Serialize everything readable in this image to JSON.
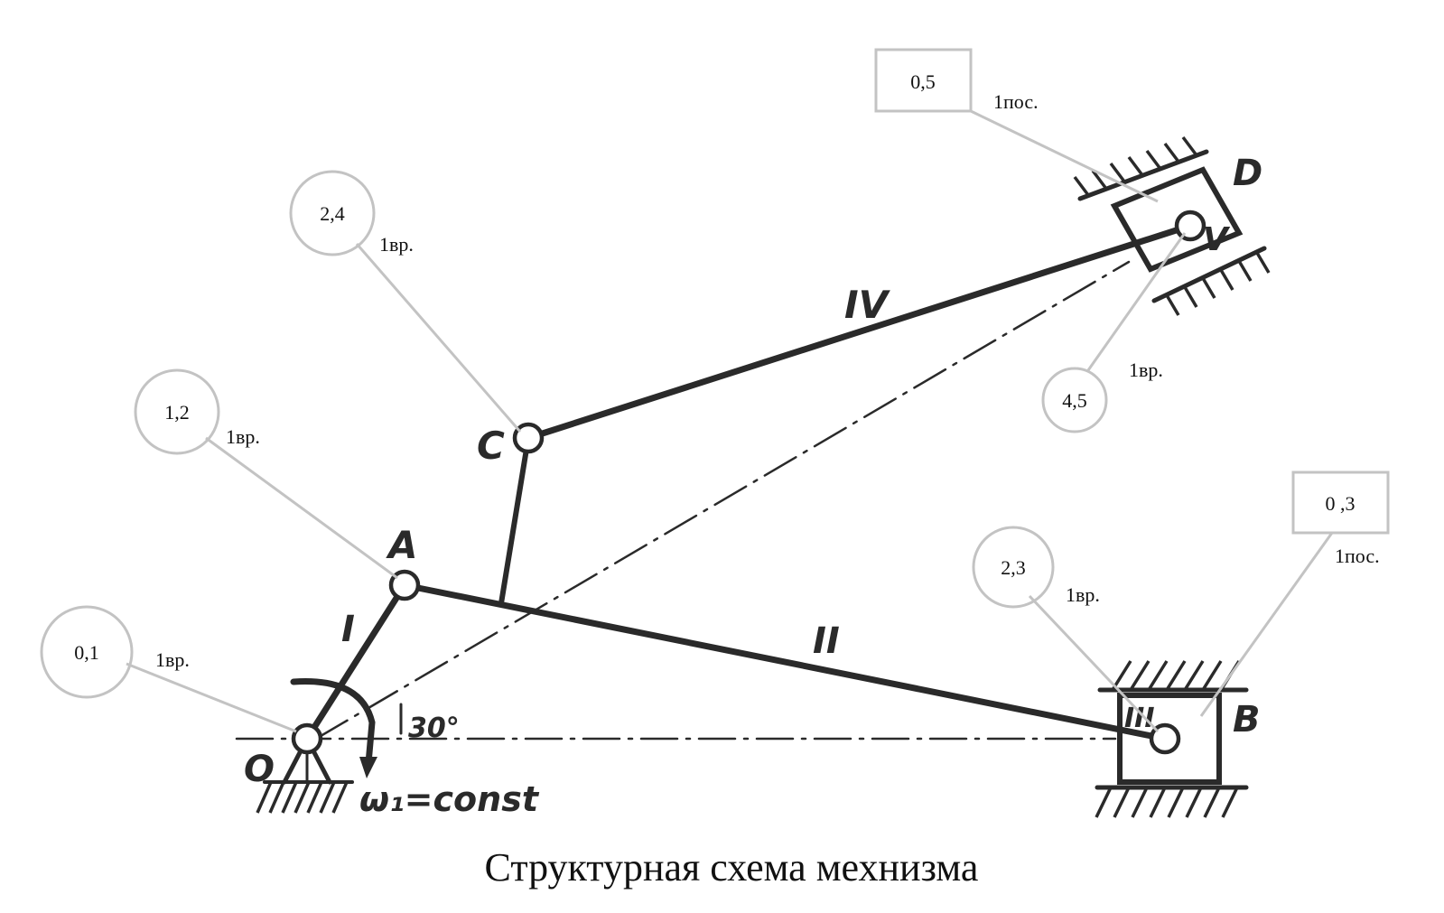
{
  "caption": "Структурная схема мехнизма",
  "points": {
    "O": "O",
    "A": "A",
    "B": "B",
    "C": "C",
    "D": "D"
  },
  "links": {
    "I": "I",
    "II": "II",
    "III": "III",
    "IV": "IV",
    "V": "V"
  },
  "angle_label": "30°",
  "omega_label": "ω₁=const",
  "pairs": [
    {
      "id": "0,1",
      "kind": "1вр."
    },
    {
      "id": "1,2",
      "kind": "1вр."
    },
    {
      "id": "2,4",
      "kind": "1вр."
    },
    {
      "id": "2,3",
      "kind": "1вр."
    },
    {
      "id": "4,5",
      "kind": "1вр."
    },
    {
      "id": "0,5",
      "kind": "1пос."
    },
    {
      "id": "0 ,3",
      "kind": "1пос."
    }
  ]
}
